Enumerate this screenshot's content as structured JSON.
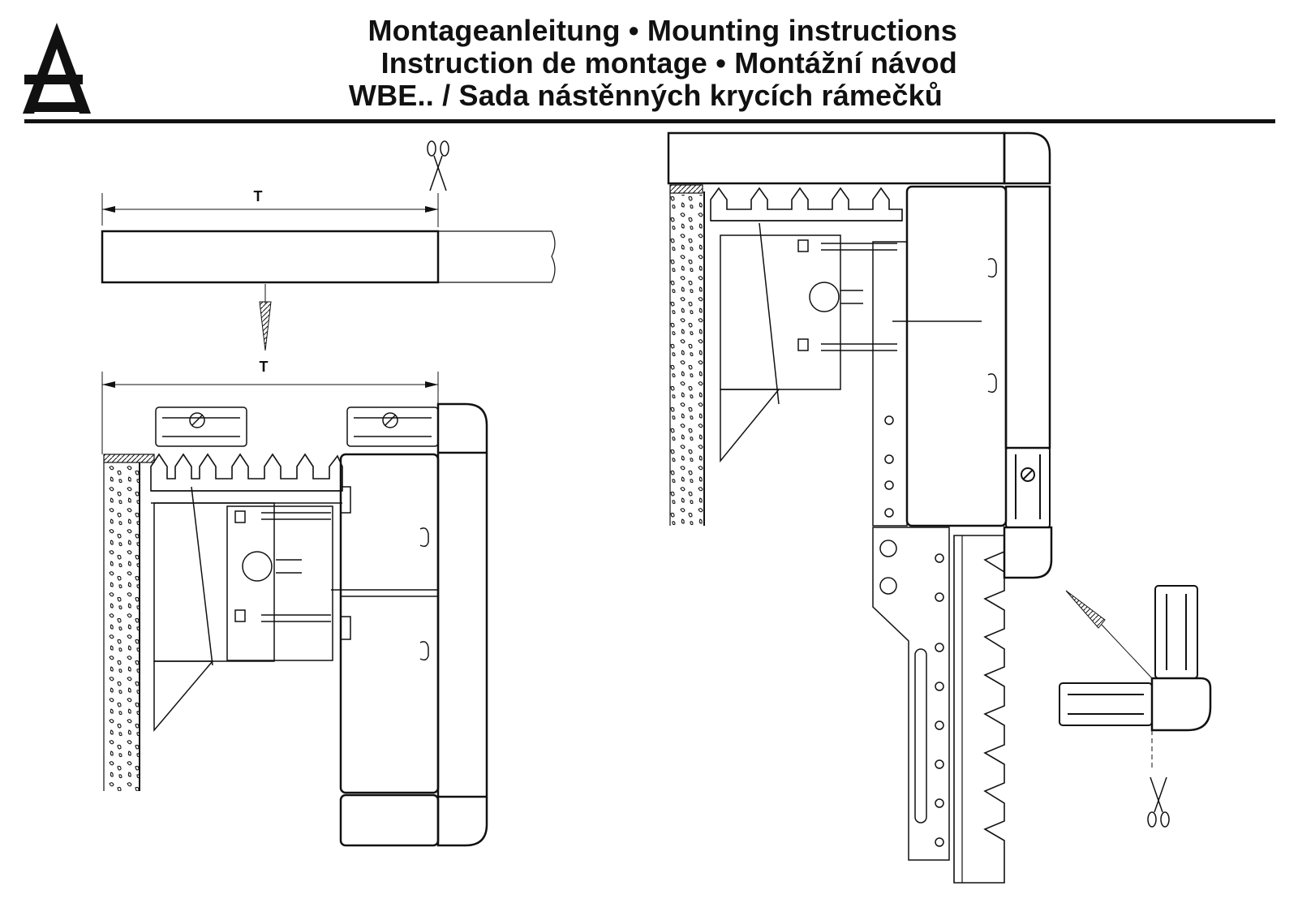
{
  "header": {
    "title_line_1": "Montageanleitung • Mounting instructions",
    "title_line_2": "Instruction de montage • Montážní návod",
    "title_line_3": "WBE.. / Sada nástěnných  krycích rámečků"
  },
  "dimensions": {
    "top_label": "T",
    "bottom_label": "T"
  },
  "icons": [
    "company-logo",
    "scissors-icon",
    "arrow-down-icon",
    "arrow-diagonal-icon"
  ],
  "colors": {
    "ink": "#111111",
    "paper": "#ffffff"
  }
}
